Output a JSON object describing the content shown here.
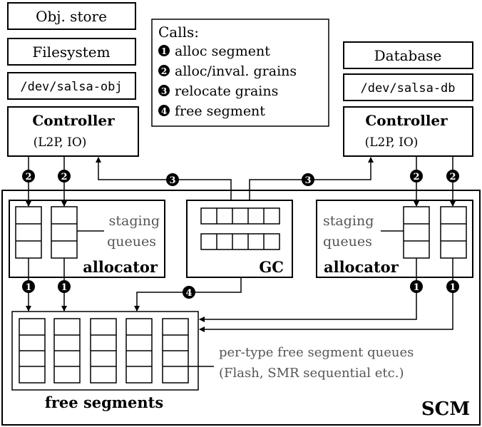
{
  "top_left": {
    "obj_store": "Obj. store",
    "filesystem": "Filesystem",
    "device": "/dev/salsa-obj",
    "controller_title": "Controller",
    "controller_sub": "(L2P, IO)"
  },
  "top_right": {
    "database": "Database",
    "device": "/dev/salsa-db",
    "controller_title": "Controller",
    "controller_sub": "(L2P, IO)"
  },
  "legend": {
    "title": "Calls:",
    "items": [
      {
        "num": "1",
        "label": "alloc segment"
      },
      {
        "num": "2",
        "label": "alloc/inval. grains"
      },
      {
        "num": "3",
        "label": "relocate grains"
      },
      {
        "num": "4",
        "label": "free segment"
      }
    ]
  },
  "scm": {
    "label": "SCM",
    "left_allocator": {
      "label": "allocator",
      "staging_line1": "staging",
      "staging_line2": "queues"
    },
    "right_allocator": {
      "label": "allocator",
      "staging_line1": "staging",
      "staging_line2": "queues"
    },
    "gc": {
      "label": "GC"
    },
    "free_segments": {
      "label": "free segments",
      "note_line1": "per-type free segment queues",
      "note_line2": "(Flash, SMR sequential etc.)"
    }
  },
  "badges": {
    "one": "1",
    "two": "2",
    "three": "3",
    "four": "4"
  }
}
